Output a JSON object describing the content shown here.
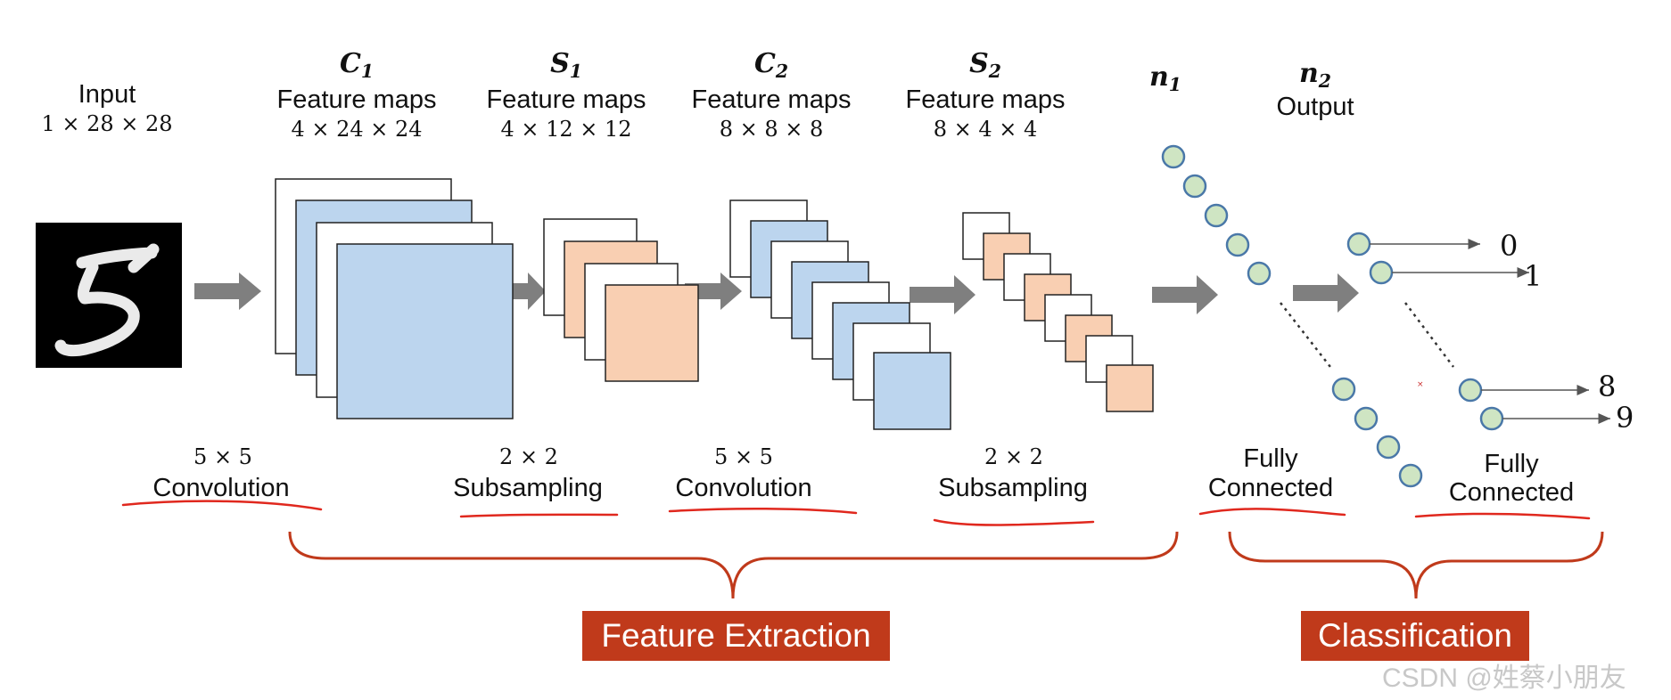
{
  "input": {
    "title": "Input",
    "dims": "1 × 28 × 28",
    "digit": "5"
  },
  "layers": [
    {
      "sym": "C",
      "sub": "1",
      "name": "Feature maps",
      "dims": "4 × 24 × 24"
    },
    {
      "sym": "S",
      "sub": "1",
      "name": "Feature maps",
      "dims": "4 × 12 × 12"
    },
    {
      "sym": "C",
      "sub": "2",
      "name": "Feature maps",
      "dims": "8 × 8 × 8"
    },
    {
      "sym": "S",
      "sub": "2",
      "name": "Feature maps",
      "dims": "8 × 4 × 4"
    },
    {
      "sym": "n",
      "sub": "1"
    },
    {
      "sym": "n",
      "sub": "2",
      "name": "Output"
    }
  ],
  "operations": [
    {
      "size": "5 × 5",
      "name": "Convolution"
    },
    {
      "size": "2 × 2",
      "name": "Subsampling"
    },
    {
      "size": "5 × 5",
      "name": "Convolution"
    },
    {
      "size": "2 × 2",
      "name": "Subsampling"
    },
    {
      "line1": "Fully",
      "line2": "Connected"
    },
    {
      "line1": "Fully",
      "line2": "Connected"
    }
  ],
  "outputs": [
    "0",
    "1",
    "8",
    "9"
  ],
  "groups": {
    "feature_extraction": "Feature Extraction",
    "classification": "Classification"
  },
  "watermark": "CSDN @姓蔡小朋友",
  "colors": {
    "blue_map": "#bcd5ee",
    "orange_map": "#f9cfb2",
    "neuron": "#cfe5c3",
    "neuron_border": "#4a78a8",
    "arrow": "#7f7f7f",
    "underline": "#e0281e",
    "banner": "#c03a1b"
  }
}
